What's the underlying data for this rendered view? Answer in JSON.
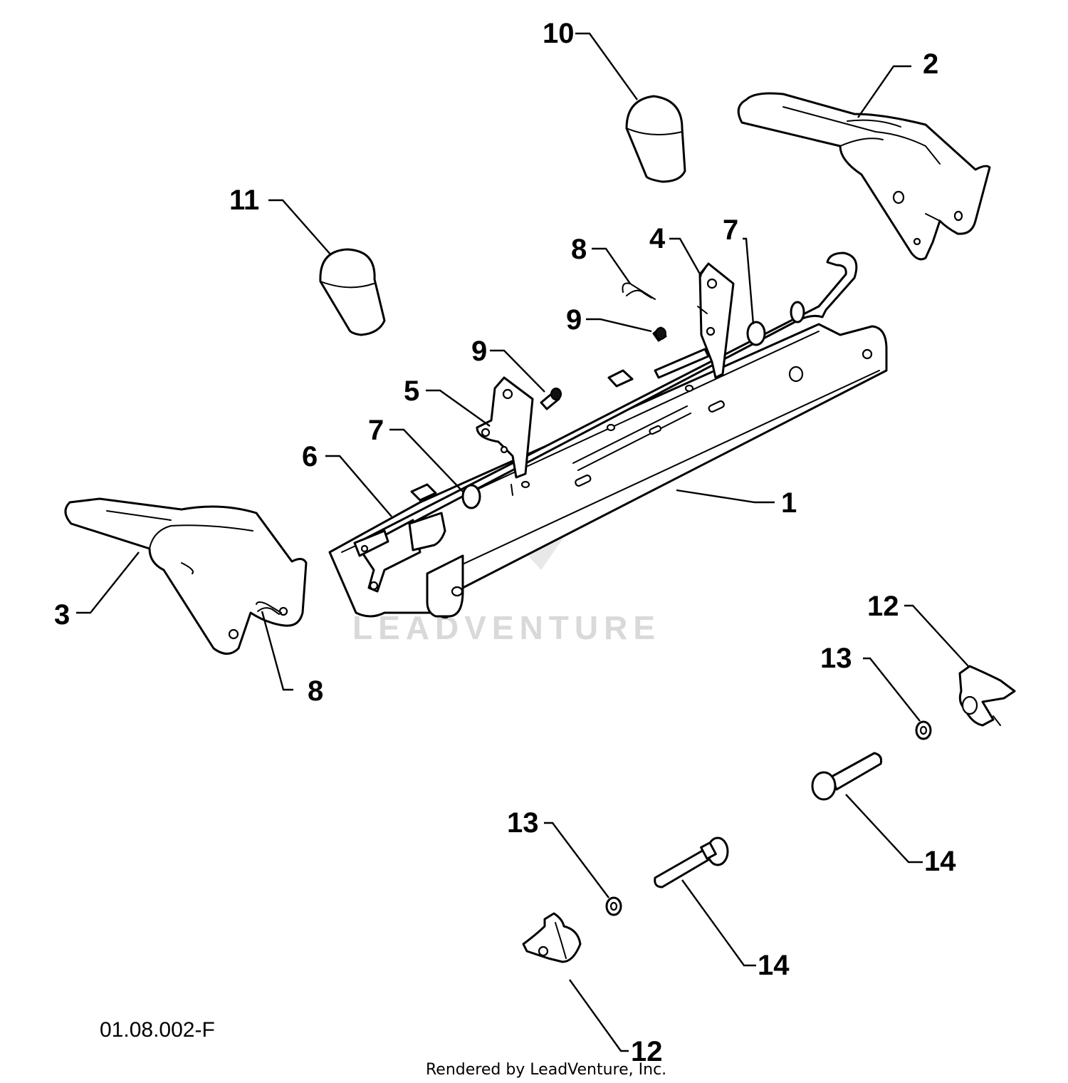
{
  "diagram": {
    "figure_number": "01.08.002-F",
    "credit": "Rendered by LeadVenture, Inc.",
    "watermark": "LEADVENTURE",
    "callouts": {
      "c1": "1",
      "c2": "2",
      "c3": "3",
      "c4": "4",
      "c5": "5",
      "c6": "6",
      "c7a": "7",
      "c7b": "7",
      "c8a": "8",
      "c8b": "8",
      "c9a": "9",
      "c9b": "9",
      "c10": "10",
      "c11": "11",
      "c12a": "12",
      "c12b": "12",
      "c13a": "13",
      "c13b": "13",
      "c14a": "14",
      "c14b": "14"
    }
  }
}
